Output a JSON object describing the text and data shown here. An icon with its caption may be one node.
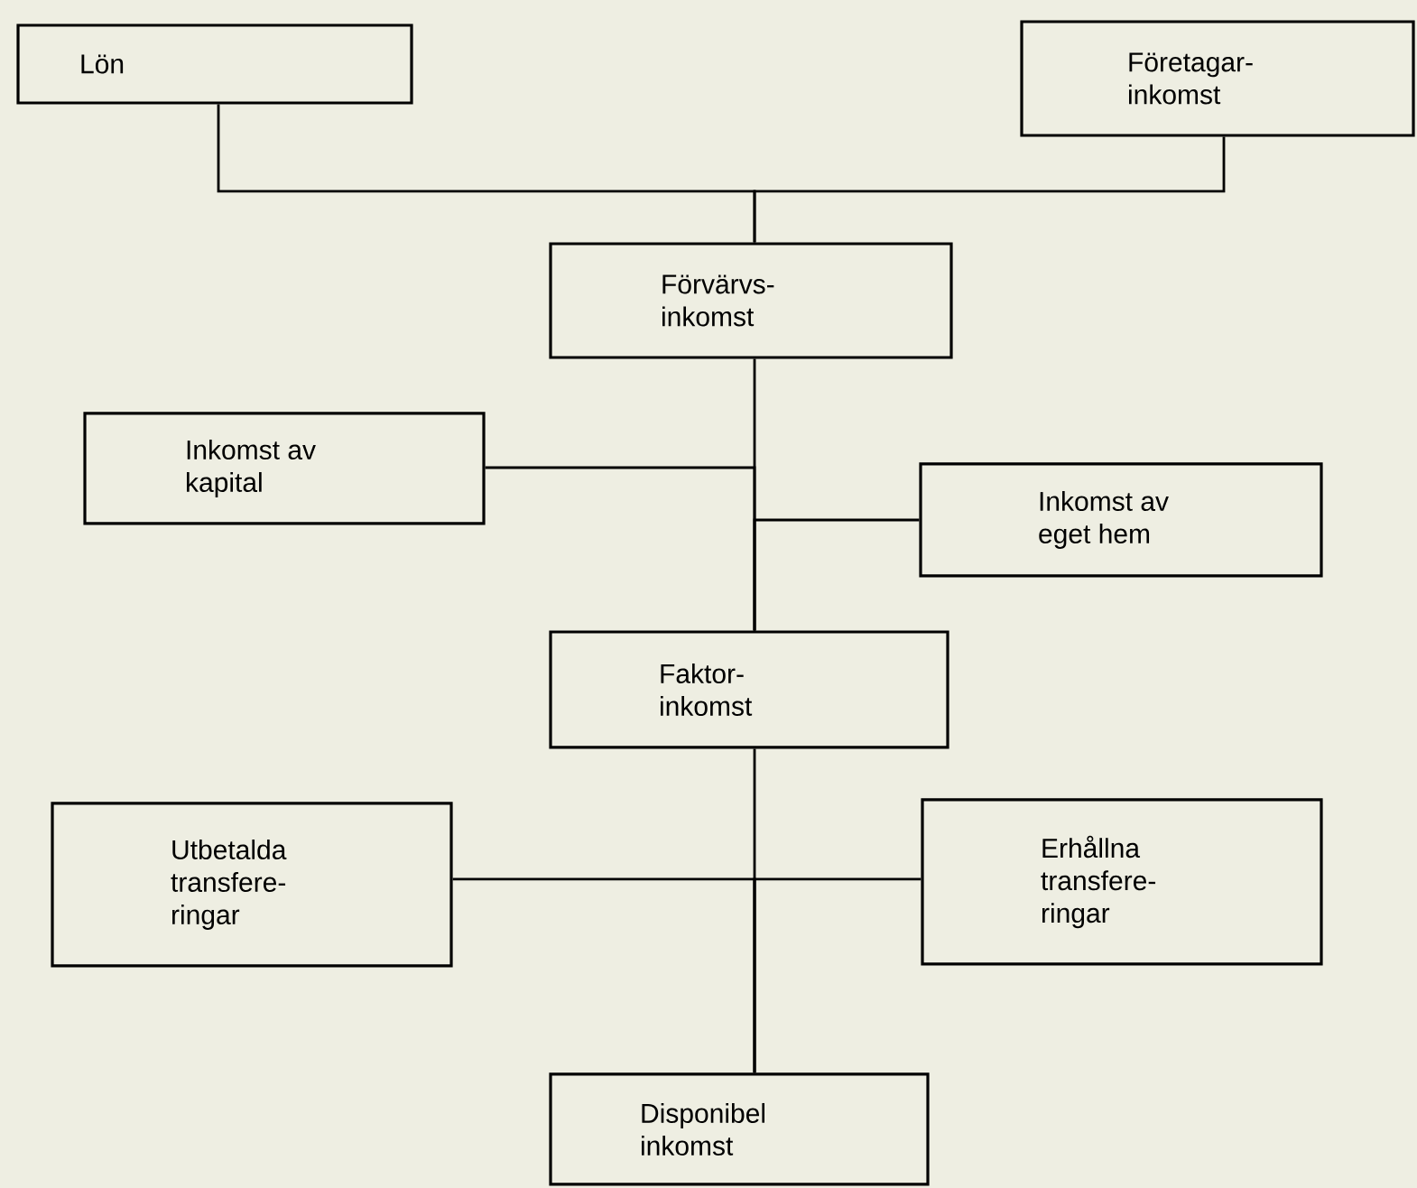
{
  "diagram": {
    "nodes": [
      {
        "text": [
          "Lön"
        ]
      },
      {
        "text": [
          "Företagar- inkomst"
        ]
      },
      {
        "text": [
          "Förvärvs- inkomst"
        ]
      },
      {
        "text": [
          "Inkomst av kapital"
        ]
      },
      {
        "text": [
          "Inkomst av eget hem"
        ]
      },
      {
        "text": [
          "Faktor- inkomst"
        ]
      },
      {
        "text": [
          "Utbetalda transfere- ringar"
        ]
      },
      {
        "text": [
          "Erhållna transfere- ringar"
        ]
      },
      {
        "text": [
          "Disponibel inkomst"
        ]
      }
    ],
    "edges": [
      {
        "from": 0,
        "to": 2,
        "arrow": "none"
      },
      {
        "from": 1,
        "to": 2,
        "arrow": "none"
      },
      {
        "from": 2,
        "to": 5,
        "arrow": "none"
      },
      {
        "from": 3,
        "to": 5,
        "arrow": "none"
      },
      {
        "from": 4,
        "to": 5,
        "arrow": "none"
      },
      {
        "from": 5,
        "to": 8,
        "arrow": "none"
      },
      {
        "from": 6,
        "to": 8,
        "arrow": "none"
      },
      {
        "from": 7,
        "to": 8,
        "arrow": "none"
      }
    ]
  }
}
